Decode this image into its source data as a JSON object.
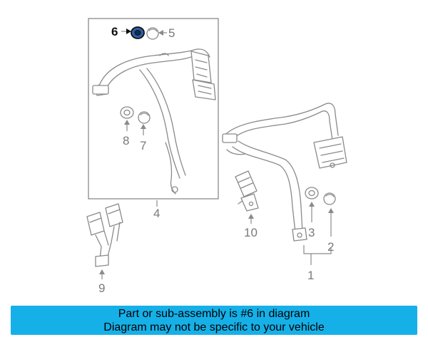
{
  "colors": {
    "banner_bg": "#16b0e8",
    "line": "#8a8a8a",
    "highlight": "#111111",
    "highlight_part_fill": "#2a5fa8"
  },
  "callouts": {
    "c1": "1",
    "c2": "2",
    "c3": "3",
    "c4": "4",
    "c5": "5",
    "c6": "6",
    "c7": "7",
    "c8": "8",
    "c9": "9",
    "c10": "10"
  },
  "banner": {
    "line1": "Part or sub-assembly is #6 in diagram",
    "line2": "Diagram may not be specific to your vehicle"
  }
}
